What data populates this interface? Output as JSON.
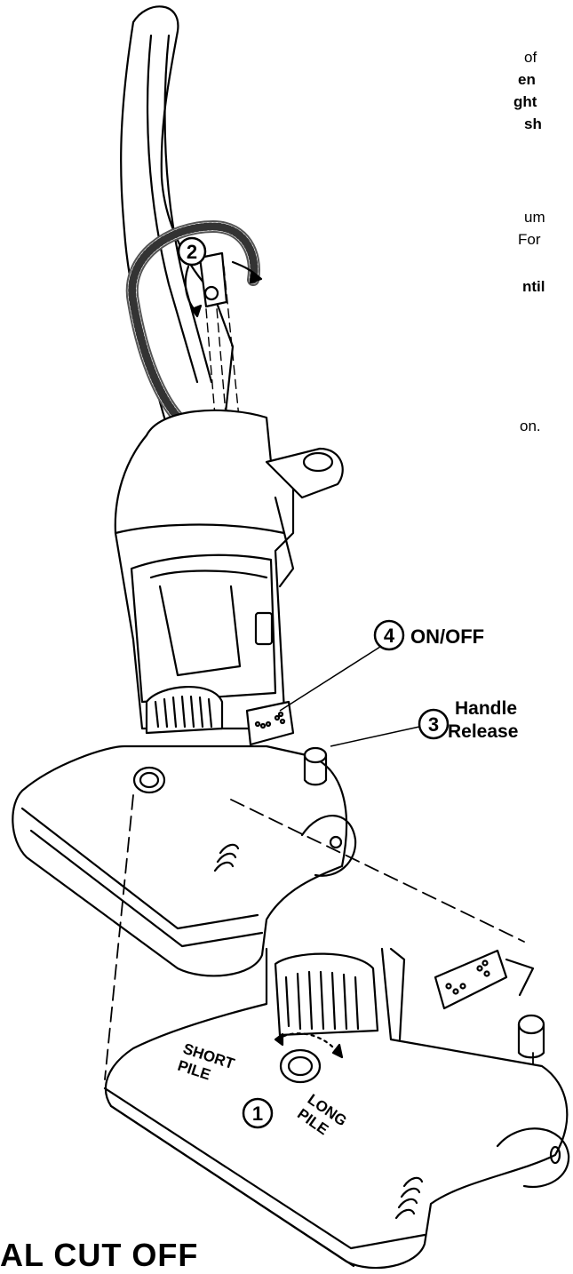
{
  "text_fragments": {
    "line1": "of",
    "line2": "en",
    "line3": "ght",
    "line4": "sh",
    "line5": "um",
    "line6": "For",
    "line7": "ntil",
    "line8": "on."
  },
  "callouts": {
    "c1": "1",
    "c2": "2",
    "c3": "3",
    "c4": "4",
    "on_off": "ON/OFF",
    "handle_line1": "Handle",
    "handle_line2": "Release",
    "short_pile_line1": "SHORT",
    "short_pile_line2": "PILE",
    "long_pile_line1": "LONG",
    "long_pile_line2": "PILE"
  },
  "heading": "AL CUT OFF"
}
